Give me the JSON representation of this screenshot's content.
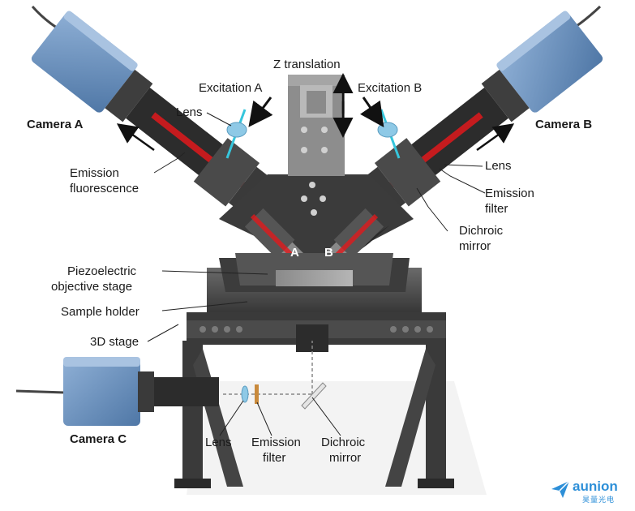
{
  "labels": {
    "camera_a": "Camera A",
    "camera_b": "Camera B",
    "camera_c": "Camera C",
    "z_translation": "Z translation",
    "excitation_a": "Excitation  A",
    "excitation_b": "Excitation  B",
    "lens_a": "Lens",
    "lens_b": "Lens",
    "lens_c": "Lens",
    "emission_fluorescence_1": "Emission",
    "emission_fluorescence_2": "fluorescence",
    "emission_filter_b_1": "Emission",
    "emission_filter_b_2": "filter",
    "emission_filter_c_1": "Emission",
    "emission_filter_c_2": "filter",
    "dichroic_b_1": "Dichroic",
    "dichroic_b_2": "mirror",
    "dichroic_c_1": "Dichroic",
    "dichroic_c_2": "mirror",
    "piezo_1": "Piezoelectric",
    "piezo_2": "objective stage",
    "sample_holder": "Sample holder",
    "stage_3d": "3D stage",
    "objective_a": "A",
    "objective_b": "B"
  },
  "logo": {
    "brand": "aunion",
    "sub": "昊量光电"
  },
  "colors": {
    "camera_body": "#6f93bd",
    "metal_dark": "#3a3a3a",
    "metal_mid": "#5a5a5a",
    "emission_beam": "#e0191c",
    "excitation_beam": "#36c6dc",
    "logo": "#2d8fd8"
  }
}
